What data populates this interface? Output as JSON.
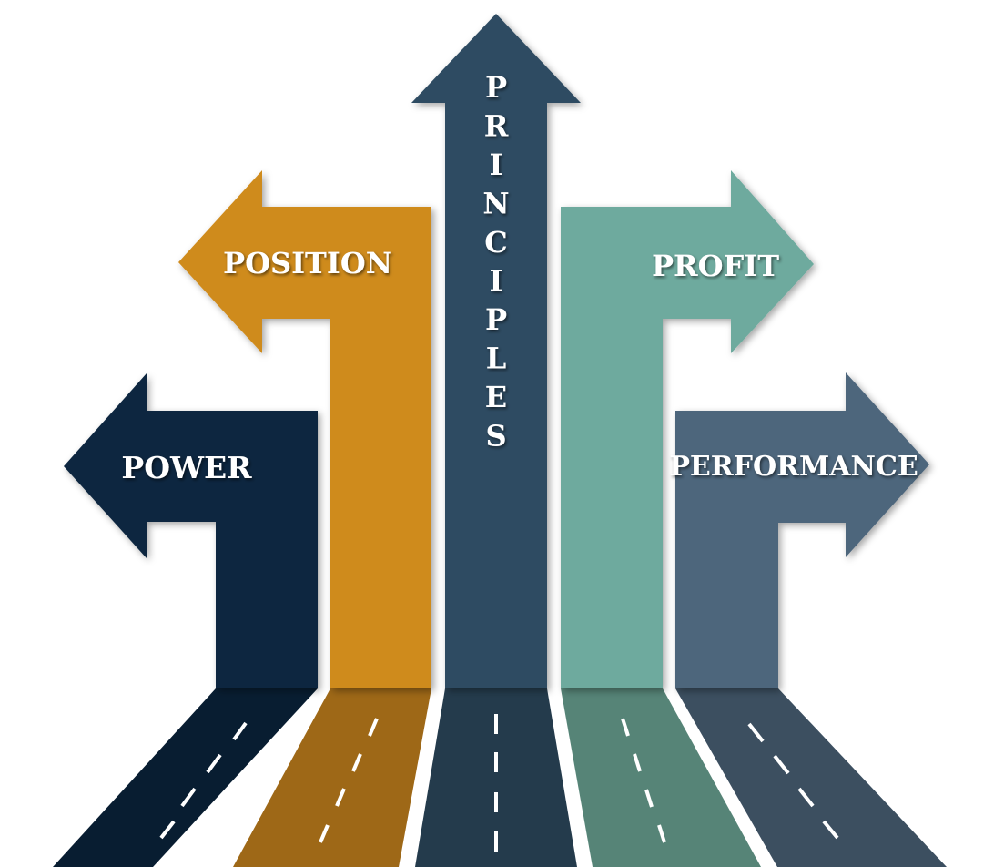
{
  "arrows": [
    {
      "id": "power",
      "label": "POWER",
      "direction": "left",
      "color": "#0b2740",
      "road_color": "#081d31"
    },
    {
      "id": "position",
      "label": "POSITION",
      "direction": "left",
      "color": "#cf8b1f",
      "road_color": "#9e6817"
    },
    {
      "id": "principles",
      "label": "PRINCIPLES",
      "direction": "up",
      "color": "#2f4c62",
      "road_color": "#243b4c"
    },
    {
      "id": "profit",
      "label": "PROFIT",
      "direction": "right",
      "color": "#6eaa9e",
      "road_color": "#568477"
    },
    {
      "id": "performance",
      "label": "PERFORMANCE",
      "direction": "right",
      "color": "#4e667c",
      "road_color": "#3c4f60"
    }
  ],
  "lane_marking_color": "#ffffff"
}
